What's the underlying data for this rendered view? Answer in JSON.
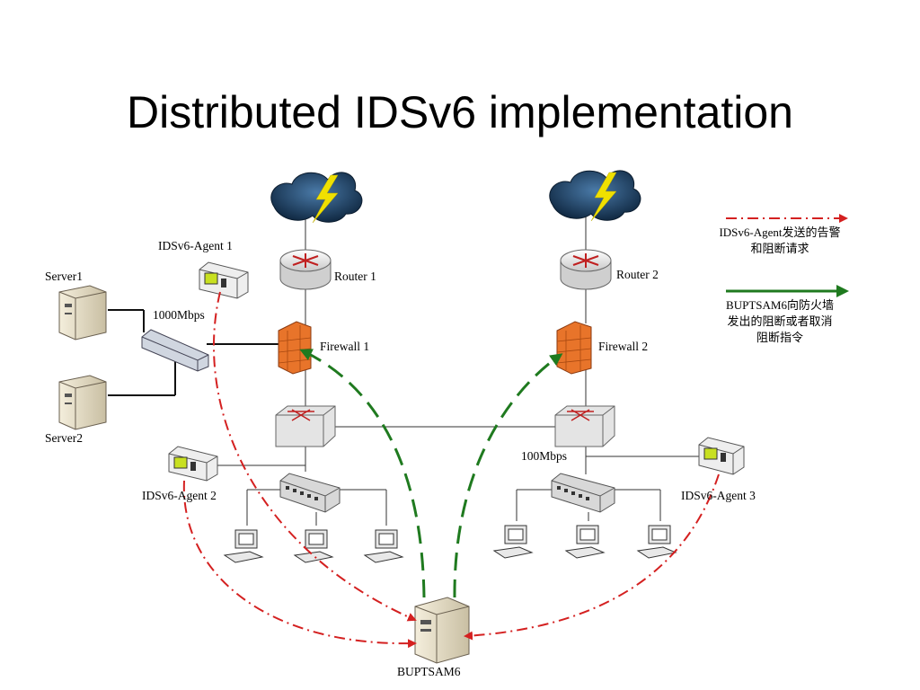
{
  "slide": {
    "title": "Distributed IDSv6 implementation"
  },
  "nodes": {
    "router1": "Router 1",
    "router2": "Router 2",
    "firewall1": "Firewall 1",
    "firewall2": "Firewall 2",
    "agent1": "IDSv6-Agent 1",
    "agent2": "IDSv6-Agent 2",
    "agent3": "IDSv6-Agent 3",
    "server1": "Server1",
    "server2": "Server2",
    "center": "BUPTSAM6"
  },
  "links": {
    "speed_left": "1000Mbps",
    "speed_right": "100Mbps"
  },
  "legend": {
    "alert_line1": "IDSv6-Agent发送的告警",
    "alert_line2": "和阻断请求",
    "block_line1": "BUPTSAM6向防火墙",
    "block_line2": "发出的阻断或者取消",
    "block_line3": "阻断指令"
  },
  "colors": {
    "alert_arrow": "#d42020",
    "block_arrow": "#1f7a1f",
    "cloud": "#1f3e5c",
    "lightning": "#f0e000",
    "firewall": "#e8742a"
  }
}
